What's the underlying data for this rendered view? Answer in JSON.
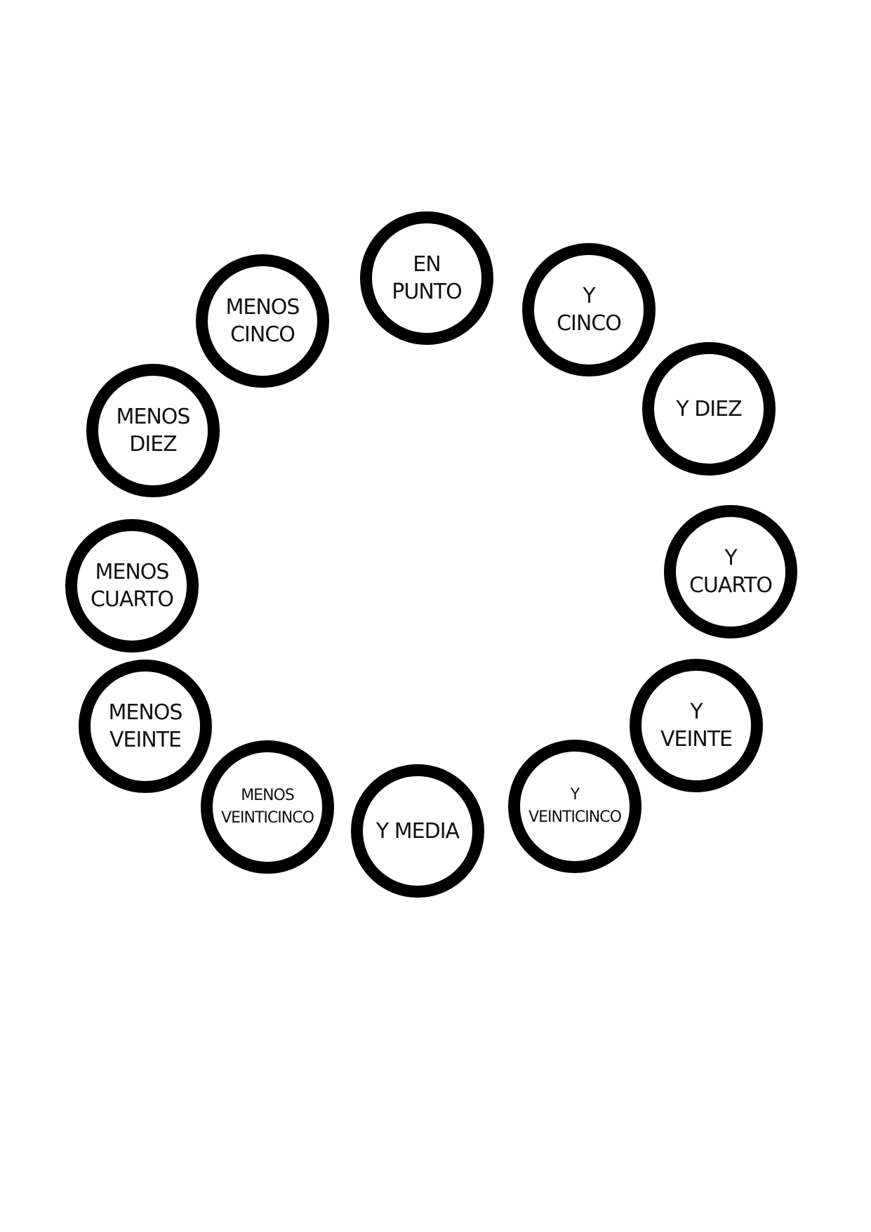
{
  "circles": {
    "en_punto": {
      "line1": "EN",
      "line2": "PUNTO"
    },
    "y_cinco": {
      "line1": "Y",
      "line2": "CINCO"
    },
    "y_diez": {
      "line1": "Y DIEZ"
    },
    "y_cuarto": {
      "line1": "Y",
      "line2": "CUARTO"
    },
    "y_veinte": {
      "line1": "Y",
      "line2": "VEINTE"
    },
    "y_veinticinco": {
      "line1": "Y",
      "line2": "VEINTICINCO"
    },
    "y_media": {
      "line1": "Y MEDIA"
    },
    "menos_veinticinco": {
      "line1": "MENOS",
      "line2": "VEINTICINCO"
    },
    "menos_veinte": {
      "line1": "MENOS",
      "line2": "VEINTE"
    },
    "menos_cuarto": {
      "line1": "MENOS",
      "line2": "CUARTO"
    },
    "menos_diez": {
      "line1": "MENOS",
      "line2": "DIEZ"
    },
    "menos_cinco": {
      "line1": "MENOS",
      "line2": "CINCO"
    }
  },
  "colors": {
    "ring": "#000000",
    "text": "#111111",
    "background": "#ffffff"
  }
}
